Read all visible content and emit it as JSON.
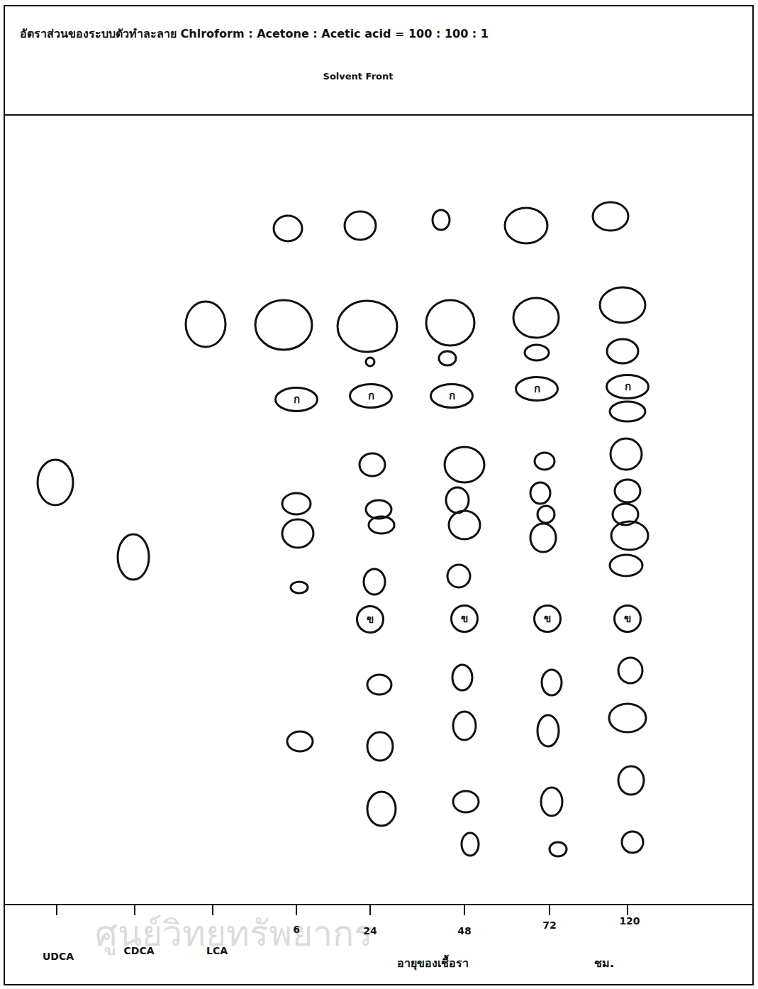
{
  "diagram": {
    "title": "อัตราส่วนของระบบตัวทำละลาย Chlroform : Acetone : Acetic acid = 100 : 100 : 1",
    "nodes": [
      {
        "text": [
          "ก"
        ]
      },
      {
        "text": [
          "ก"
        ]
      },
      {
        "text": [
          "ก"
        ]
      },
      {
        "text": [
          "ก"
        ]
      },
      {
        "text": [
          "ก"
        ]
      },
      {
        "text": [
          "ข"
        ]
      },
      {
        "text": [
          "ข"
        ]
      },
      {
        "text": [
          "ข"
        ]
      },
      {
        "text": [
          "ข"
        ]
      }
    ],
    "labels": [
      "Solvent Front",
      "UDCA",
      "CDCA",
      "LCA",
      "6",
      "24",
      "48",
      "72",
      "120",
      "อายุของเชื้อรา",
      "ชม.",
      "ศูนย์วิทยทรัพยากร"
    ]
  }
}
